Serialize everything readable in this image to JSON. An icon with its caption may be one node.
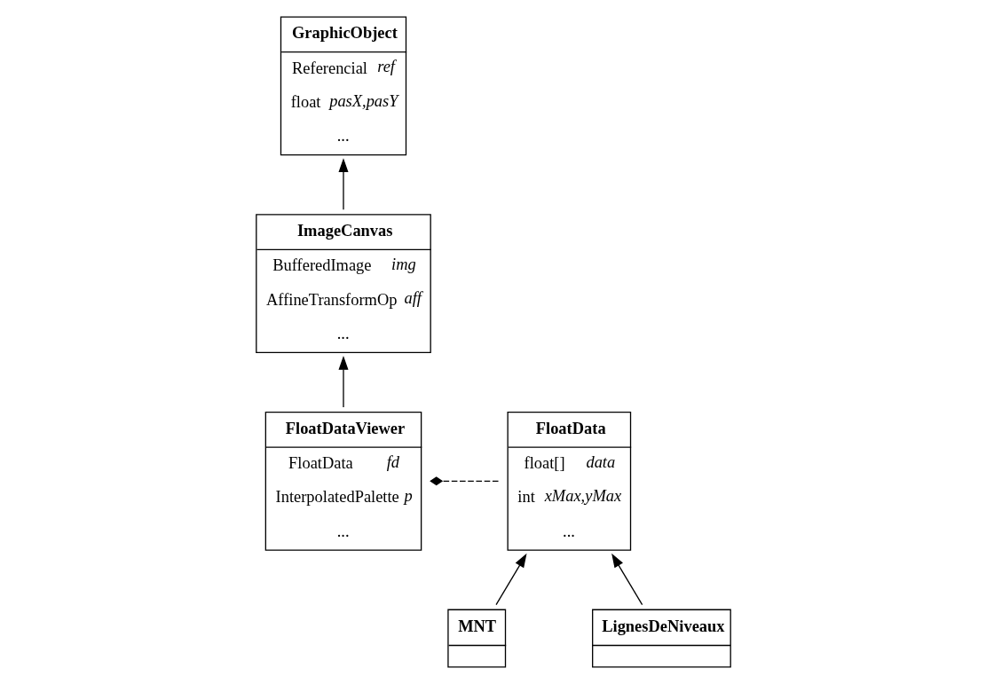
{
  "diagram": {
    "nodes": [
      {
        "text": [
          "GraphicObject",
          "Referencial *ref*",
          "float *pasX,pasY*",
          "..."
        ]
      },
      {
        "text": [
          "ImageCanvas",
          "BufferedImage *img*",
          "AffineTransformOp *aff*",
          "..."
        ]
      },
      {
        "text": [
          "FloatDataViewer",
          "FloatData *fd*",
          "InterpolatedPalette *p*",
          "..."
        ]
      },
      {
        "text": [
          "FloatData",
          "float[] *data*",
          "int *xMax,yMax*",
          "..."
        ]
      },
      {
        "text": [
          "MNT"
        ]
      },
      {
        "text": [
          "LignesDeNiveaux"
        ]
      }
    ],
    "edges": [
      {
        "from": 1,
        "to": 0,
        "arrow": "to"
      },
      {
        "from": 2,
        "to": 1,
        "arrow": "to"
      },
      {
        "from": 3,
        "to": 2,
        "arrow": "other",
        "style": "dashed"
      },
      {
        "from": 4,
        "to": 3,
        "arrow": "to"
      },
      {
        "from": 5,
        "to": 3,
        "arrow": "to"
      }
    ]
  }
}
